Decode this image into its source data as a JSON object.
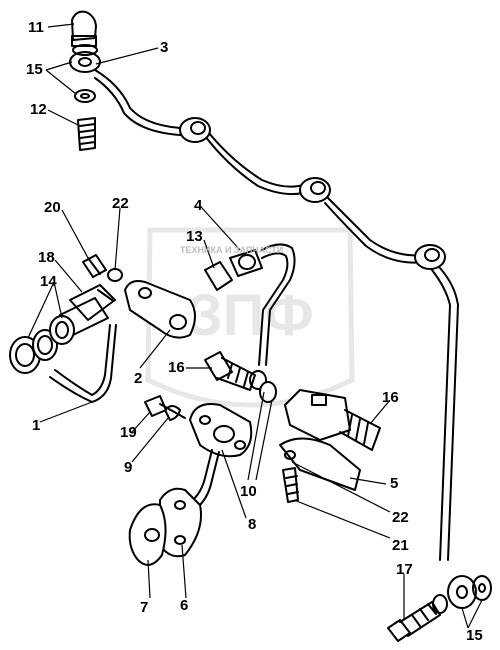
{
  "colors": {
    "ink": "#000000",
    "watermark": "#c8c8c8",
    "background": "#ffffff"
  },
  "watermark": {
    "top_text": "ТЕХНИКА И ЗАПЧАСТИ",
    "logo_text": "ЗПФ"
  },
  "callouts": [
    {
      "id": "11",
      "text": "11"
    },
    {
      "id": "3",
      "text": "3"
    },
    {
      "id": "15a",
      "text": "15"
    },
    {
      "id": "12",
      "text": "12"
    },
    {
      "id": "20",
      "text": "20"
    },
    {
      "id": "22a",
      "text": "22"
    },
    {
      "id": "4",
      "text": "4"
    },
    {
      "id": "13",
      "text": "13"
    },
    {
      "id": "18",
      "text": "18"
    },
    {
      "id": "14",
      "text": "14"
    },
    {
      "id": "2",
      "text": "2"
    },
    {
      "id": "16a",
      "text": "16"
    },
    {
      "id": "1",
      "text": "1"
    },
    {
      "id": "19",
      "text": "19"
    },
    {
      "id": "16b",
      "text": "16"
    },
    {
      "id": "9",
      "text": "9"
    },
    {
      "id": "5",
      "text": "5"
    },
    {
      "id": "10",
      "text": "10"
    },
    {
      "id": "8",
      "text": "8"
    },
    {
      "id": "22b",
      "text": "22"
    },
    {
      "id": "21",
      "text": "21"
    },
    {
      "id": "17",
      "text": "17"
    },
    {
      "id": "7",
      "text": "7"
    },
    {
      "id": "6",
      "text": "6"
    },
    {
      "id": "15b",
      "text": "15"
    }
  ]
}
